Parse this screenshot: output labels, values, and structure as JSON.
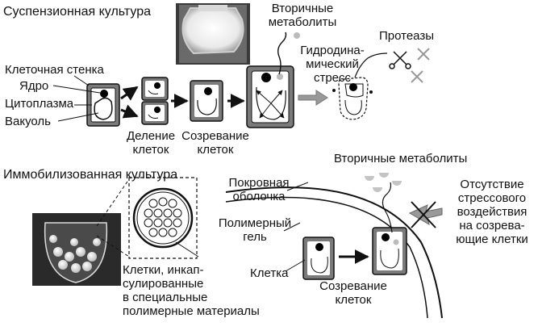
{
  "suspension": {
    "title": "Суспензионная культура",
    "parts": {
      "wall": "Клеточная стенка",
      "nucleus": "Ядро",
      "cytoplasm": "Цитоплазма",
      "vacuole": "Вакуоль"
    },
    "stages": {
      "division": [
        "Деление",
        "клеток"
      ],
      "maturation": [
        "Созревание",
        "клеток"
      ]
    },
    "metabolites": [
      "Вторичные",
      "метаболиты"
    ],
    "stress": [
      "Гидродина-",
      "мический",
      "стресс"
    ],
    "proteases": "Протеазы"
  },
  "immobilized": {
    "title": "Иммобилизованная культура",
    "capsule_caption": [
      "Клетки, инкап-",
      "сулированные",
      "в специальные",
      "полимерные материалы"
    ],
    "coating": [
      "Покровная",
      "оболочка"
    ],
    "gel": [
      "Полимерный",
      "гель"
    ],
    "cell": "Клетка",
    "maturation": [
      "Созревание",
      "клеток"
    ],
    "metabolites": "Вторичные метаболиты",
    "no_stress": [
      "Отсутствие",
      "стрессового",
      "воздействия",
      "на созрева-",
      "ющие клетки"
    ]
  },
  "colors": {
    "ink": "#111111",
    "wall": "#555555",
    "cytoplasm": "#ffffff",
    "arrow": "#1a1a1a",
    "photo_dark": "#2a2a2a"
  }
}
